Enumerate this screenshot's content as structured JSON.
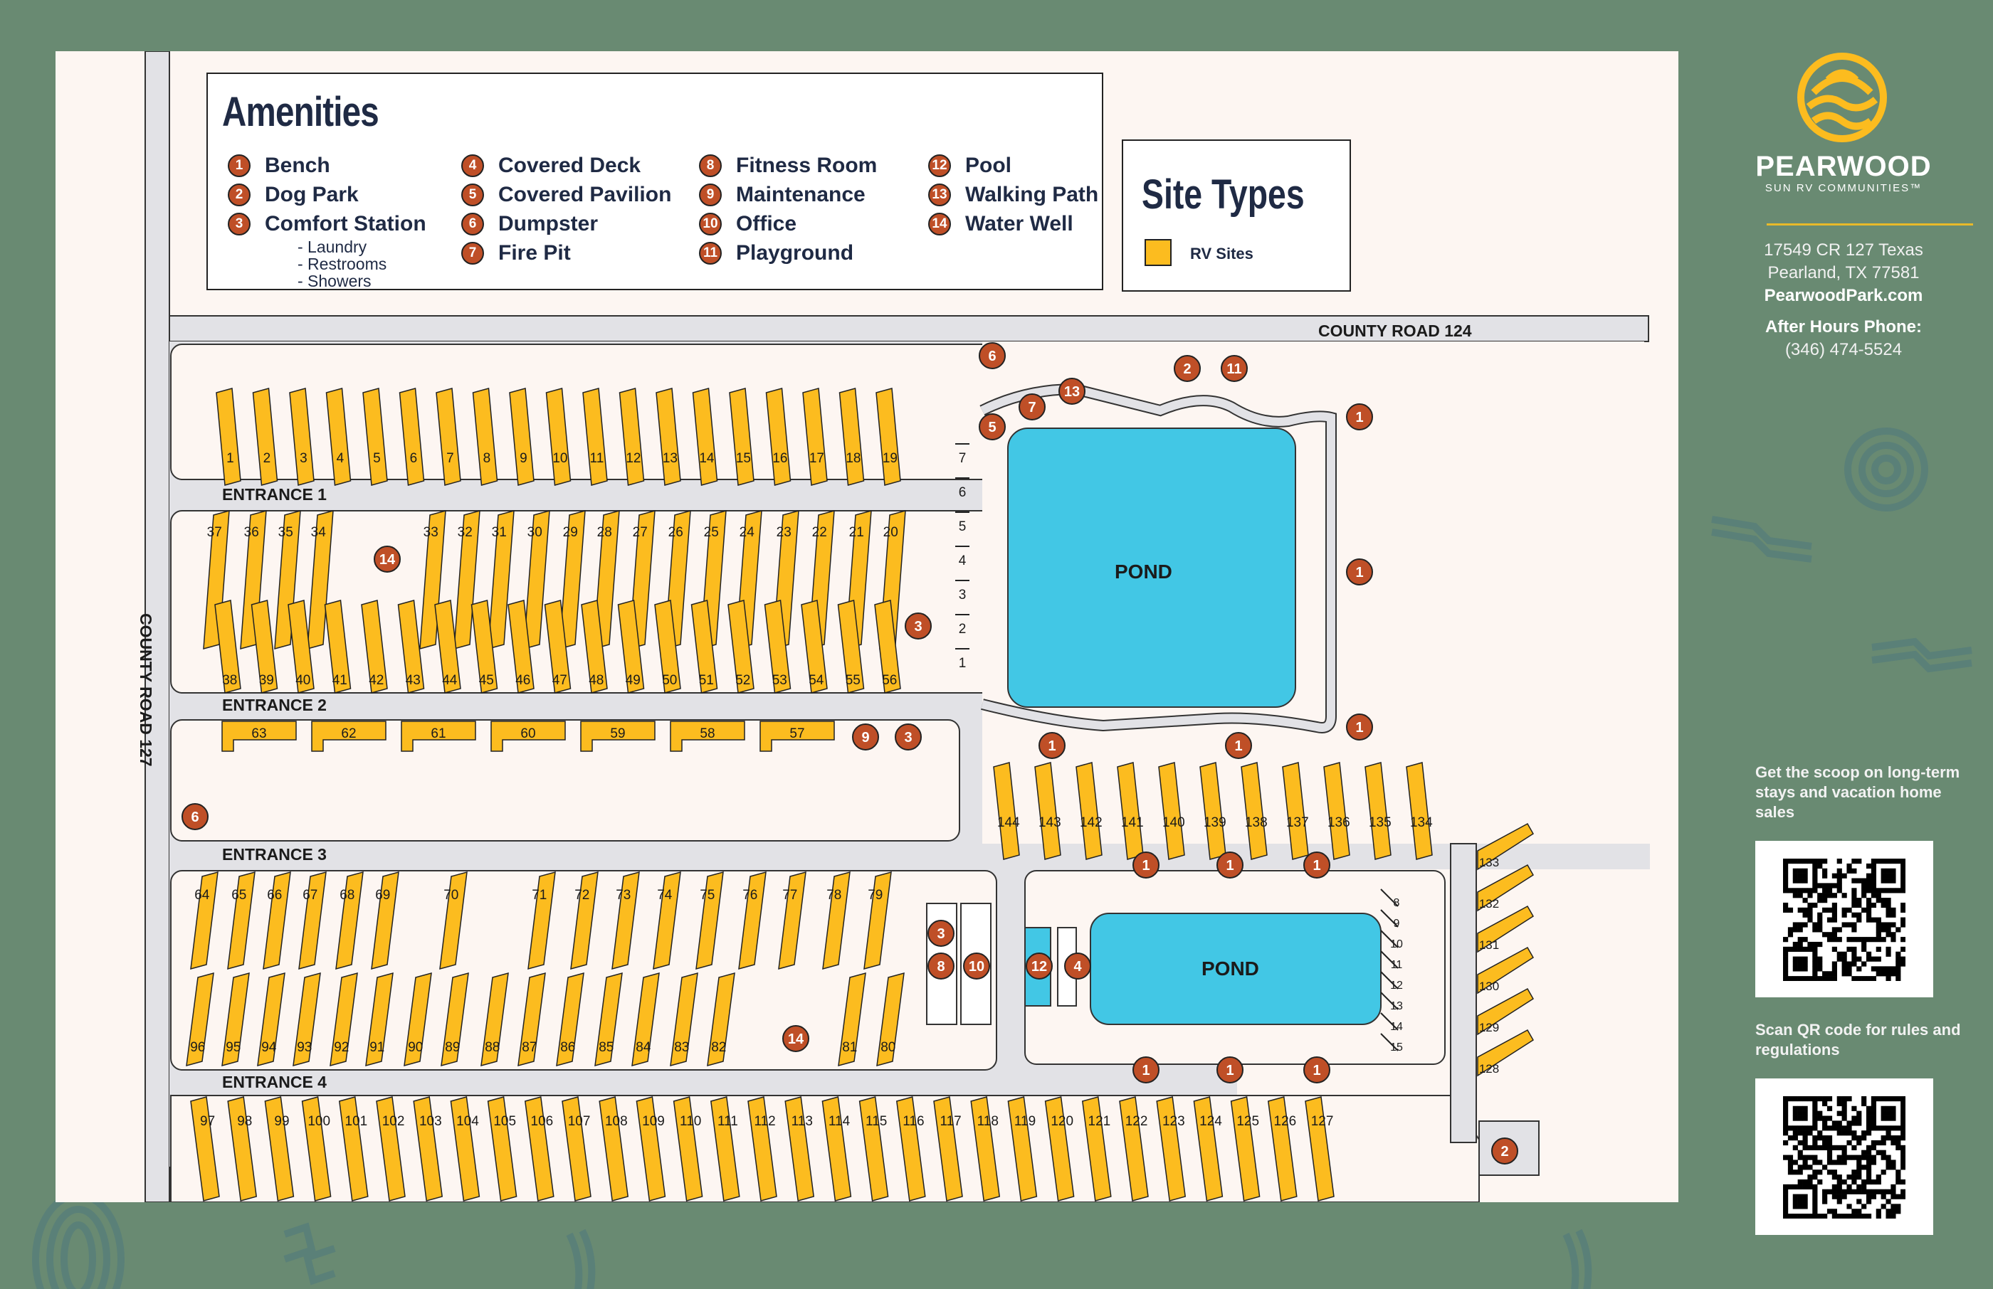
{
  "colors": {
    "background": "#698a72",
    "map_bg": "#fdf6f2",
    "road": "#e2e2e6",
    "rv_site": "#fcbc1f",
    "amenity_marker": "#bf4f27",
    "pond": "#42c7e5",
    "title_navy": "#1f2a44",
    "logo_yellow": "#fcbc1f"
  },
  "amenities": {
    "title": "Amenities",
    "items": [
      {
        "num": "1",
        "label": "Bench"
      },
      {
        "num": "2",
        "label": "Dog Park"
      },
      {
        "num": "3",
        "label": "Comfort Station",
        "sub": [
          "- Laundry",
          "- Restrooms",
          "- Showers"
        ]
      },
      {
        "num": "4",
        "label": "Covered Deck"
      },
      {
        "num": "5",
        "label": "Covered Pavilion"
      },
      {
        "num": "6",
        "label": "Dumpster"
      },
      {
        "num": "7",
        "label": "Fire Pit"
      },
      {
        "num": "8",
        "label": "Fitness Room"
      },
      {
        "num": "9",
        "label": "Maintenance"
      },
      {
        "num": "10",
        "label": "Office"
      },
      {
        "num": "11",
        "label": "Playground"
      },
      {
        "num": "12",
        "label": "Pool"
      },
      {
        "num": "13",
        "label": "Walking Path"
      },
      {
        "num": "14",
        "label": "Water Well"
      }
    ]
  },
  "site_types": {
    "title": "Site Types",
    "items": [
      {
        "label": "RV Sites"
      }
    ]
  },
  "roads": {
    "county_road_124": "COUNTY ROAD 124",
    "county_road_127": "COUNTY ROAD 127",
    "entrances": [
      "ENTRANCE 1",
      "ENTRANCE 2",
      "ENTRANCE 3",
      "ENTRANCE 4"
    ]
  },
  "ponds": [
    "POND",
    "POND"
  ],
  "site_rows": {
    "row_1_19": [
      "1",
      "2",
      "3",
      "4",
      "5",
      "6",
      "7",
      "8",
      "9",
      "10",
      "11",
      "12",
      "13",
      "14",
      "15",
      "16",
      "17",
      "18",
      "19"
    ],
    "row_37_20": [
      "37",
      "36",
      "35",
      "34",
      "33",
      "32",
      "31",
      "30",
      "29",
      "28",
      "27",
      "26",
      "25",
      "24",
      "23",
      "22",
      "21",
      "20"
    ],
    "row_38_56": [
      "38",
      "39",
      "40",
      "41",
      "42",
      "43",
      "44",
      "45",
      "46",
      "47",
      "48",
      "49",
      "50",
      "51",
      "52",
      "53",
      "54",
      "55",
      "56"
    ],
    "row_63_57": [
      "63",
      "62",
      "61",
      "60",
      "59",
      "58",
      "57"
    ],
    "row_64_79": [
      "64",
      "65",
      "66",
      "67",
      "68",
      "69",
      "70",
      "71",
      "72",
      "73",
      "74",
      "75",
      "76",
      "77",
      "78",
      "79"
    ],
    "row_96_80": [
      "96",
      "95",
      "94",
      "93",
      "92",
      "91",
      "90",
      "89",
      "88",
      "87",
      "86",
      "85",
      "84",
      "83",
      "82",
      "81",
      "80"
    ],
    "row_97_127": [
      "97",
      "98",
      "99",
      "100",
      "101",
      "102",
      "103",
      "104",
      "105",
      "106",
      "107",
      "108",
      "109",
      "110",
      "111",
      "112",
      "113",
      "114",
      "115",
      "116",
      "117",
      "118",
      "119",
      "120",
      "121",
      "122",
      "123",
      "124",
      "125",
      "126",
      "127"
    ],
    "row_144_134": [
      "144",
      "143",
      "142",
      "141",
      "140",
      "139",
      "138",
      "137",
      "136",
      "135",
      "134"
    ],
    "row_133_128": [
      "133",
      "132",
      "131",
      "130",
      "129",
      "128"
    ],
    "parking_west": [
      "7",
      "6",
      "5",
      "4",
      "3",
      "2",
      "1"
    ],
    "parking_east": [
      "8",
      "9",
      "10",
      "11",
      "12",
      "13",
      "14",
      "15"
    ]
  },
  "map_markers": [
    {
      "num": "6"
    },
    {
      "num": "2"
    },
    {
      "num": "11"
    },
    {
      "num": "13"
    },
    {
      "num": "7"
    },
    {
      "num": "5"
    },
    {
      "num": "1"
    },
    {
      "num": "1"
    },
    {
      "num": "1"
    },
    {
      "num": "14"
    },
    {
      "num": "3"
    },
    {
      "num": "9"
    },
    {
      "num": "3"
    },
    {
      "num": "6"
    },
    {
      "num": "1"
    },
    {
      "num": "1"
    },
    {
      "num": "1"
    },
    {
      "num": "1"
    },
    {
      "num": "1"
    },
    {
      "num": "3"
    },
    {
      "num": "8"
    },
    {
      "num": "10"
    },
    {
      "num": "12"
    },
    {
      "num": "4"
    },
    {
      "num": "14"
    },
    {
      "num": "1"
    },
    {
      "num": "1"
    },
    {
      "num": "1"
    },
    {
      "num": "2"
    }
  ],
  "sidebar": {
    "brand": "PEARWOOD",
    "brand_sub": "SUN RV COMMUNITIES™",
    "address_line1": "17549 CR 127 Texas",
    "address_line2": "Pearland, TX 77581",
    "website": "PearwoodPark.com",
    "phone_label": "After Hours Phone:",
    "phone": "(346) 474-5524",
    "qr1_caption": "Get the scoop on long-term stays and vacation home sales",
    "qr2_caption": "Scan QR code for rules and regulations"
  }
}
